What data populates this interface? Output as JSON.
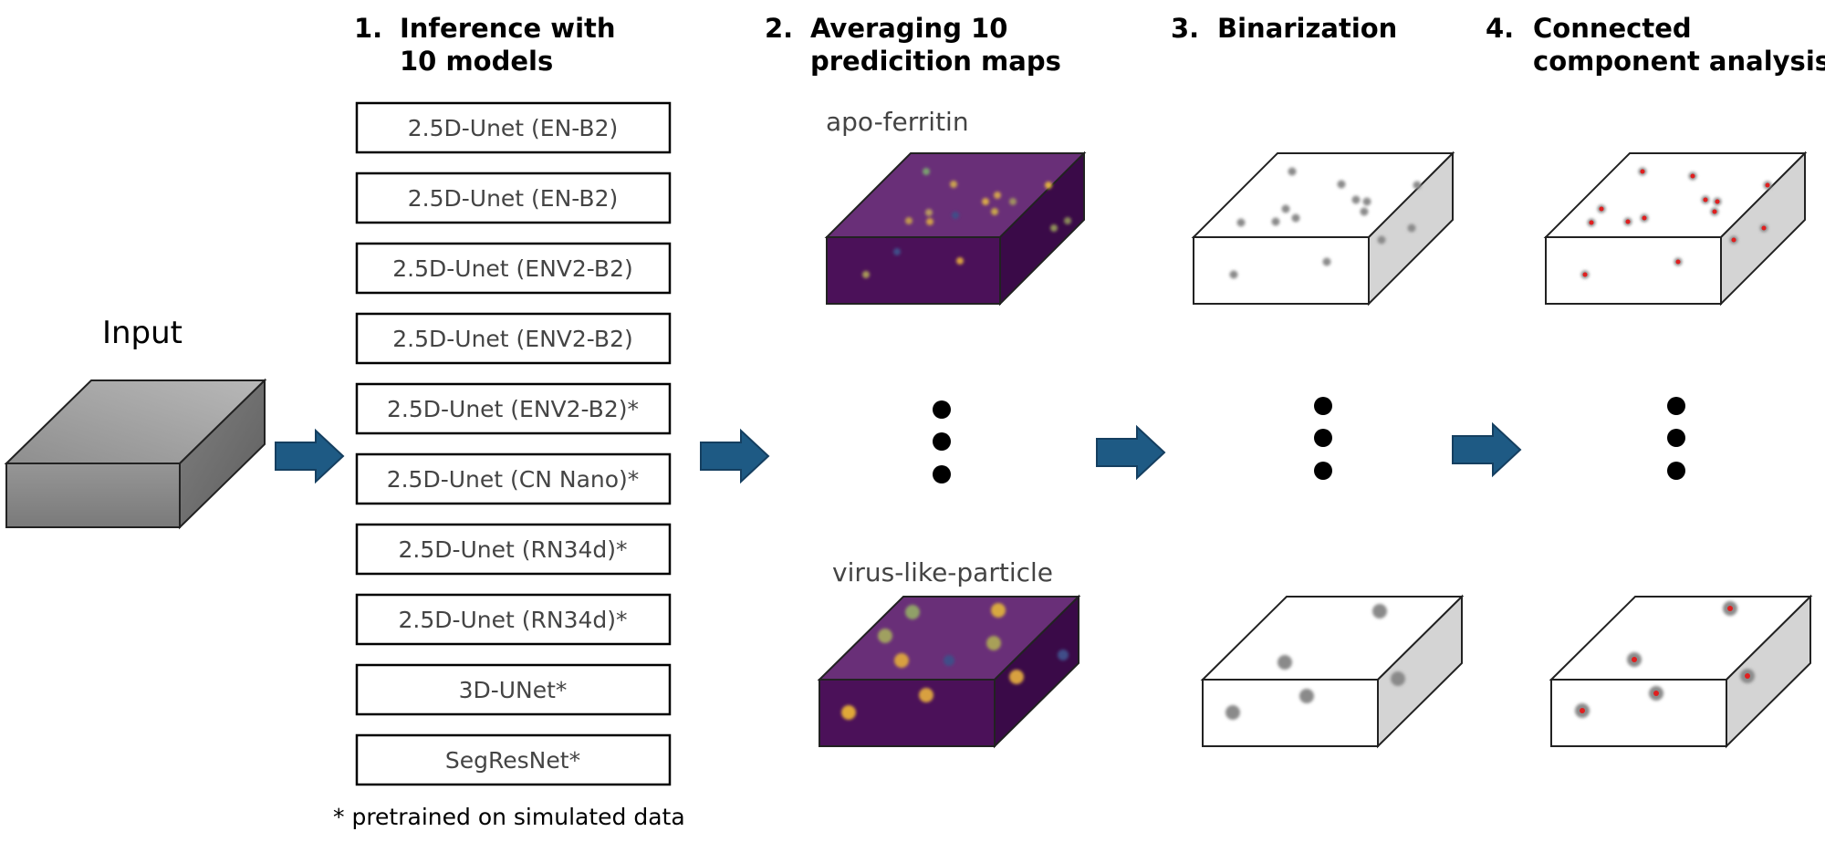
{
  "colors": {
    "arrow_fill": "#1e5a84",
    "arrow_stroke": "#153f60",
    "heatmap_top": "#692f78",
    "heatmap_front": "#4b1159",
    "heatmap_side": "#3a0a48",
    "input_top": "#a8a8a8",
    "input_front": "#8a8a8a",
    "input_side": "#707070",
    "particle_marker": "#e02020",
    "particle_gray": "#8c8c8c"
  },
  "input": {
    "label": "Input"
  },
  "steps": [
    {
      "number": "1.",
      "line1": "Inference with",
      "line2": "10 models"
    },
    {
      "number": "2.",
      "line1": "Averaging 10",
      "line2": "predicition maps"
    },
    {
      "number": "3.",
      "line1": "Binarization",
      "line2": ""
    },
    {
      "number": "4.",
      "line1": "Connected",
      "line2": "component analysis"
    }
  ],
  "models": [
    "2.5D-Unet (EN-B2)",
    "2.5D-Unet (EN-B2)",
    "2.5D-Unet (ENV2-B2)",
    "2.5D-Unet (ENV2-B2)",
    "2.5D-Unet (ENV2-B2)*",
    "2.5D-Unet (CN Nano)*",
    "2.5D-Unet (RN34d)*",
    "2.5D-Unet (RN34d)*",
    "3D-UNet*",
    "SegResNet*"
  ],
  "footnote": "* pretrained on simulated data",
  "particles": {
    "top": "apo-ferritin",
    "bottom": "virus-like-particle"
  }
}
